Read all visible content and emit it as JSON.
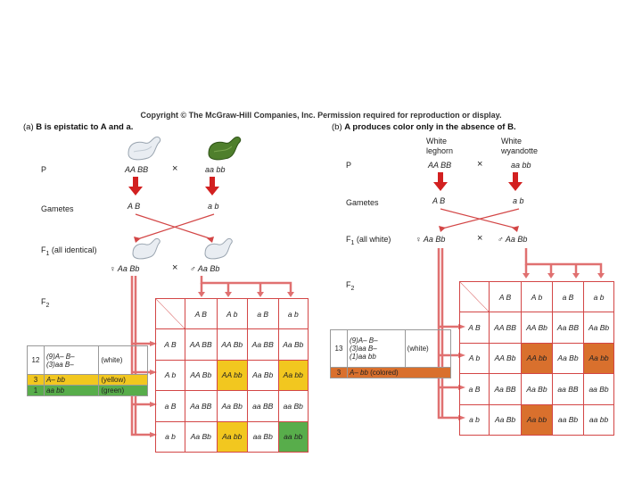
{
  "copyright": "Copyright © The McGraw-Hill Companies, Inc. Permission required for reproduction or display.",
  "colors": {
    "arrow_red": "#d22020",
    "grid_red": "#d34646",
    "yellow": "#f2c71f",
    "green": "#58ad4b",
    "orange": "#d9702d",
    "squash_white": "#e9edf2",
    "squash_green": "#4f7f2c"
  },
  "panel_a": {
    "prefix": "(a)",
    "title": "B is epistatic to A and a.",
    "row_labels": {
      "p": "P",
      "gametes": "Gametes",
      "f1": "F",
      "f1_sub": "1",
      "f1_note": "(all identical)",
      "f2": "F",
      "f2_sub": "2"
    },
    "parent1": "AA BB",
    "parent2": "aa bb",
    "cross": "×",
    "gamete1": "A B",
    "gamete2": "a b",
    "f1_female": "♀ Aa Bb",
    "f1_male": "♂ Aa Bb",
    "grid": {
      "cols": [
        "A B",
        "A b",
        "a B",
        "a b"
      ],
      "rows": [
        {
          "head": "A B",
          "cells": [
            "AA BB",
            "AA Bb",
            "Aa BB",
            "Aa Bb"
          ]
        },
        {
          "head": "A b",
          "cells": [
            "AA Bb",
            "AA bb",
            "Aa Bb",
            "Aa bb"
          ]
        },
        {
          "head": "a B",
          "cells": [
            "Aa BB",
            "Aa Bb",
            "aa BB",
            "aa Bb"
          ]
        },
        {
          "head": "a b",
          "cells": [
            "Aa Bb",
            "Aa bb",
            "aa Bb",
            "aa bb"
          ]
        }
      ]
    },
    "results": [
      {
        "count": "12",
        "geno": [
          "(9)A– B–",
          "(3)aa B–"
        ],
        "pheno": "(white)"
      },
      {
        "count": "3",
        "geno": [
          "A– bb"
        ],
        "pheno": "(yellow)"
      },
      {
        "count": "1",
        "geno": [
          "aa bb"
        ],
        "pheno": "(green)"
      }
    ]
  },
  "panel_b": {
    "prefix": "(b)",
    "title": "A produces color only in the absence of B.",
    "parent1_name": [
      "White",
      "leghorn"
    ],
    "parent2_name": [
      "White",
      "wyandotte"
    ],
    "row_labels": {
      "p": "P",
      "gametes": "Gametes",
      "f1": "F",
      "f1_sub": "1",
      "f1_note": "(all white)",
      "f2": "F",
      "f2_sub": "2"
    },
    "parent1": "AA BB",
    "parent2": "aa bb",
    "cross": "×",
    "gamete1": "A B",
    "gamete2": "a b",
    "f1_female": "♀ Aa Bb",
    "f1_male": "♂ Aa Bb",
    "grid": {
      "cols": [
        "A B",
        "A b",
        "a B",
        "a b"
      ],
      "rows": [
        {
          "head": "A B",
          "cells": [
            "AA BB",
            "AA Bb",
            "Aa BB",
            "Aa Bb"
          ]
        },
        {
          "head": "A b",
          "cells": [
            "AA Bb",
            "AA bb",
            "Aa Bb",
            "Aa bb"
          ]
        },
        {
          "head": "a B",
          "cells": [
            "Aa BB",
            "Aa Bb",
            "aa BB",
            "aa Bb"
          ]
        },
        {
          "head": "a b",
          "cells": [
            "Aa Bb",
            "Aa bb",
            "aa Bb",
            "aa bb"
          ]
        }
      ]
    },
    "results": [
      {
        "count": "13",
        "geno": [
          "(9)A– B–",
          "(3)aa B–",
          "(1)aa bb"
        ],
        "pheno": "(white)"
      },
      {
        "count": "3",
        "geno": [
          "A– bb"
        ],
        "pheno": "(colored)"
      }
    ]
  }
}
